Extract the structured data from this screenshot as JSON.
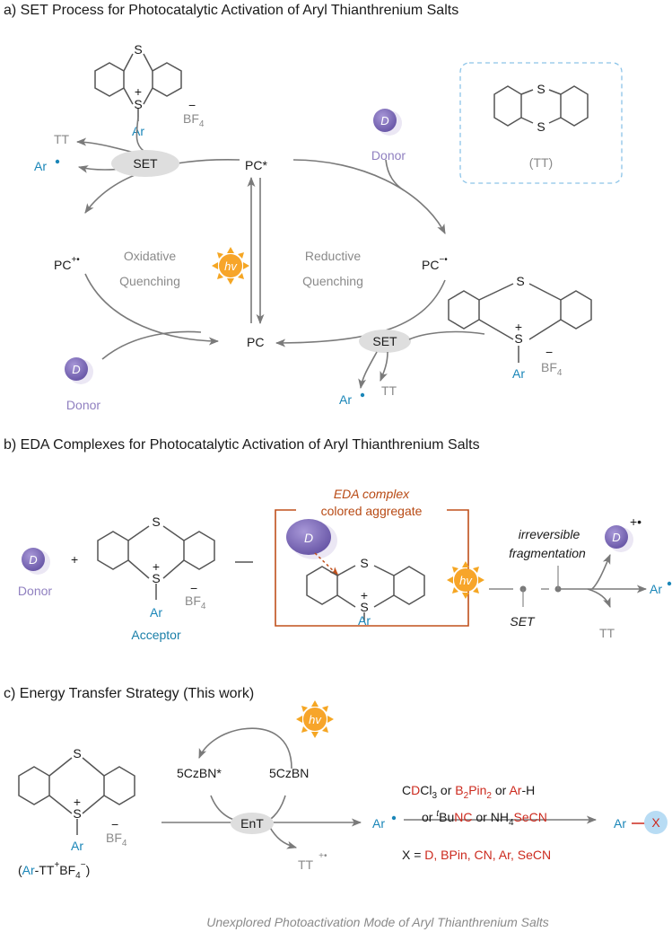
{
  "panel_a": {
    "title": "a) SET Process for Photocatalytic Activation of Aryl Thianthrenium Salts",
    "pc_star": "PC*",
    "pc_radical_cation": "PC",
    "pc_radical_anion": "PC",
    "pc": "PC",
    "set": "SET",
    "tt": "TT",
    "ar": "Ar",
    "donor": "Donor",
    "donor_letter": "D",
    "hv": "hv",
    "oxidative": [
      "Oxidative",
      "Quenching"
    ],
    "reductive": [
      "Reductive",
      "Quenching"
    ],
    "tt_label": "(TT)",
    "s": "S",
    "bf4": "BF",
    "sub4": "4",
    "plus": "+",
    "minus": "−",
    "radcat_sup": "+•",
    "radan_sup": "−•"
  },
  "panel_b": {
    "title": "b) EDA Complexes for Photocatalytic Activation of Aryl Thianthrenium Salts",
    "donor": "Donor",
    "donor_letter": "D",
    "plus_sign": "+",
    "acceptor": "Acceptor",
    "eda_complex": "EDA complex",
    "colored_aggregate": "colored aggregate",
    "irreversible": "irreversible",
    "fragmentation": "fragmentation",
    "set": "SET",
    "tt": "TT",
    "ar": "Ar",
    "hv": "hv",
    "radcat_sup": "+•"
  },
  "panel_c": {
    "title": "c) Energy Transfer Strategy (This work)",
    "czbn_star": "5CzBN*",
    "czbn": "5CzBN",
    "ent": "EnT",
    "hv": "hv",
    "ar": "Ar",
    "x": "X",
    "tt": "TT",
    "salt_label": {
      "open": "(",
      "ar": "Ar",
      "rest": "-TT",
      "sup_plus": "+",
      "bf": "BF",
      "sub4": "4",
      "sup_minus": "−",
      "close": ")"
    },
    "reagents_line1": {
      "c": "C",
      "d": "D",
      "cl3": "Cl",
      "sub3": "3",
      "or1": " or ",
      "b2": "B",
      "sub2a": "2",
      "pin": "Pin",
      "sub2b": "2",
      "or2": " or ",
      "ar": "Ar",
      "h": "-H"
    },
    "reagents_line2": {
      "or": "or ",
      "t": "t",
      "bu": "Bu",
      "nc": "NC",
      "or2": " or NH",
      "sub4": "4",
      "secn": "SeCN"
    },
    "x_line": {
      "prefix": "X = ",
      "values": "D, BPin, CN, Ar, SeCN"
    },
    "caption": "Unexplored Photoactivation Mode of Aryl Thianthrenium Salts"
  },
  "colors": {
    "blue": "#1a86b8",
    "red": "#cc2a1e",
    "orange": "#b84a14",
    "donor_purple": "#7a68b0",
    "sun": "#f5a623"
  }
}
